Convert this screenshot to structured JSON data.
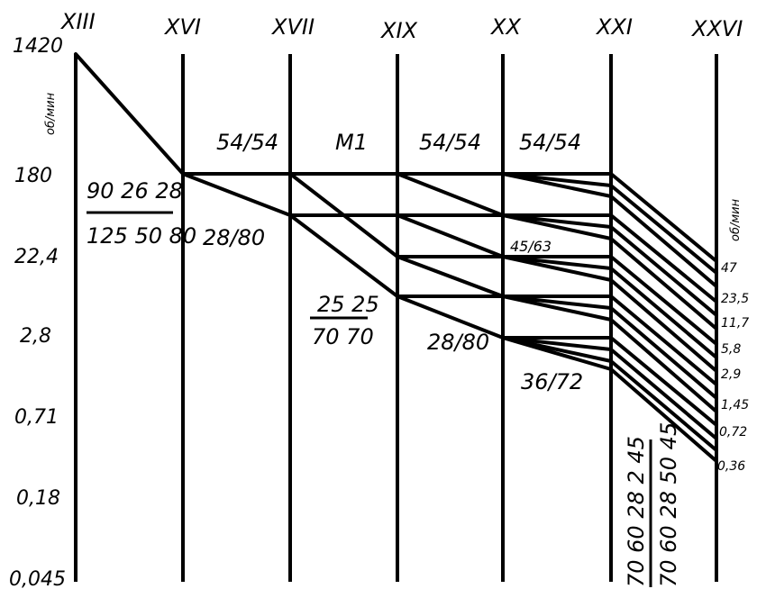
{
  "shafts": [
    "XIII",
    "XVI",
    "XVII",
    "XIX",
    "XX",
    "XXI",
    "XXVI"
  ],
  "rpm_scale": {
    "unit": "об/мин",
    "labels": [
      "1420",
      "180",
      "22,4",
      "2,8",
      "0,71",
      "0,18",
      "0,045"
    ]
  },
  "ratios": {
    "top_xvi_xvii": "54/54",
    "m1": "M1",
    "top_xix_xx": "54/54",
    "top_xx_xxi": "54/54",
    "xvi_xvii": "28/80",
    "xix_xx_small": "45/63",
    "xix_xx": "28/80",
    "xx_xxi": "36/72"
  },
  "gear_set_1": {
    "numerator": "90 26 28",
    "denominator": "125 50 80"
  },
  "gear_set_2": {
    "numerator": "25 25",
    "denominator": "70 70"
  },
  "gear_set_3": {
    "numerator": "70 60 28  2 45",
    "denominator": "70 60 28 50 45"
  },
  "output_rpm": {
    "unit": "об/мин",
    "values": [
      "47",
      "23,5",
      "11,7",
      "5,8",
      "2,9",
      "1,45",
      "0,72",
      "0,36"
    ]
  }
}
